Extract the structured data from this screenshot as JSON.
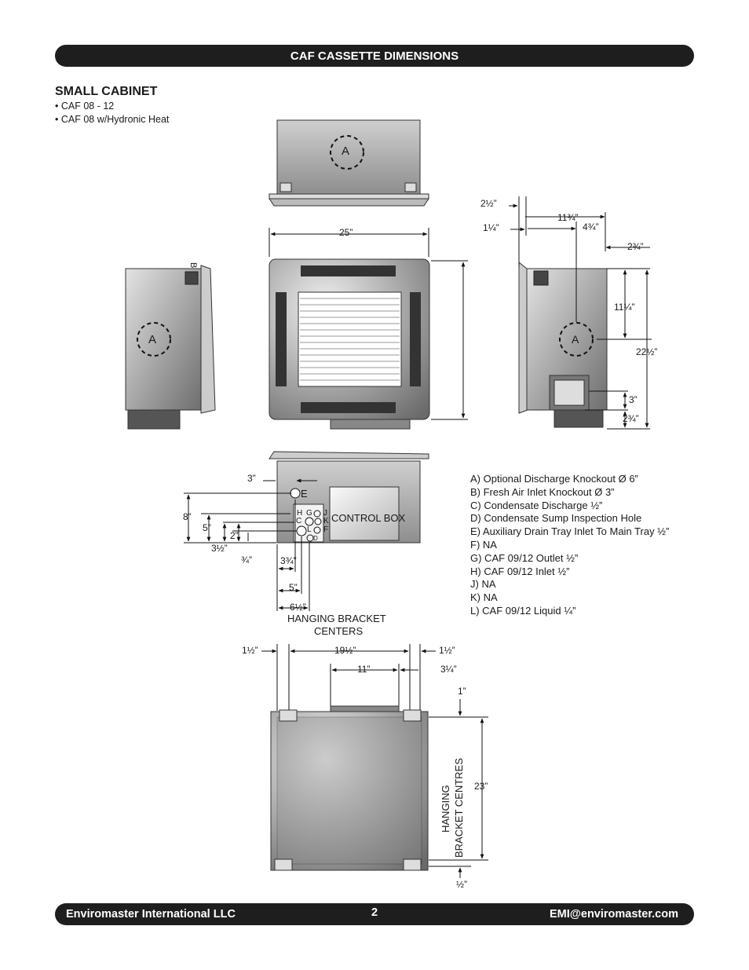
{
  "header": {
    "title": "CAF CASSETTE DIMENSIONS"
  },
  "section": {
    "title": "SMALL CABINET",
    "bullets": [
      "• CAF 08 - 12",
      "• CAF 08 w/Hydronic Heat"
    ]
  },
  "legend": [
    "A)  Optional Discharge Knockout Ø 6”",
    "B)  Fresh Air Inlet Knockout Ø 3”",
    "C)  Condensate Discharge ½”",
    "D)  Condensate Sump Inspection Hole",
    "E)  Auxiliary Drain Tray Inlet To Main Tray ½”",
    "F)  NA",
    "G)  CAF 09/12 Outlet ½”",
    "H)  CAF 09/12 Inlet ½”",
    "J)  NA",
    "K)  NA",
    "L)  CAF 09/12 Liquid ¼”"
  ],
  "labels": {
    "a": "A",
    "b": "B",
    "e": "E",
    "h": "H",
    "g": "G",
    "c": "C",
    "j": "J",
    "k": "K",
    "f": "F",
    "l": "L",
    "d": "D",
    "control_box": "CONTROL BOX",
    "hanging_bracket_centers": [
      "HANGING BRACKET",
      "CENTERS"
    ],
    "hanging_bracket_centres": [
      "HANGING",
      "BRACKET CENTRES"
    ]
  },
  "dims": {
    "top_25": "25”",
    "side_2_5": "2½”",
    "side_11_75": "11¾”",
    "side_1_25": "1¼”",
    "side_4_75": "4¾”",
    "side_2_75": "2¾”",
    "side_11_25": "11¼”",
    "side_22_5": "22½”",
    "side_3": "3”",
    "side_2_75b": "2¾”",
    "front_3": "3”",
    "front_8": "8”",
    "front_5": "5”",
    "front_2": "2”",
    "front_3_5": "3½”",
    "front_0_75": "¾”",
    "front_3_75": "3¾”",
    "front_5b": "5”",
    "front_6_5": "6½”",
    "bot_1_5a": "1½”",
    "bot_19_5": "19½”",
    "bot_1_5b": "1½”",
    "bot_11": "11”",
    "bot_3_25": "3¼”",
    "bot_1": "1”",
    "bot_23": "23”",
    "bot_0_5": "½”"
  },
  "footer": {
    "company": "Enviromaster International LLC",
    "page": "2",
    "email": "EMI@enviromaster.com"
  }
}
